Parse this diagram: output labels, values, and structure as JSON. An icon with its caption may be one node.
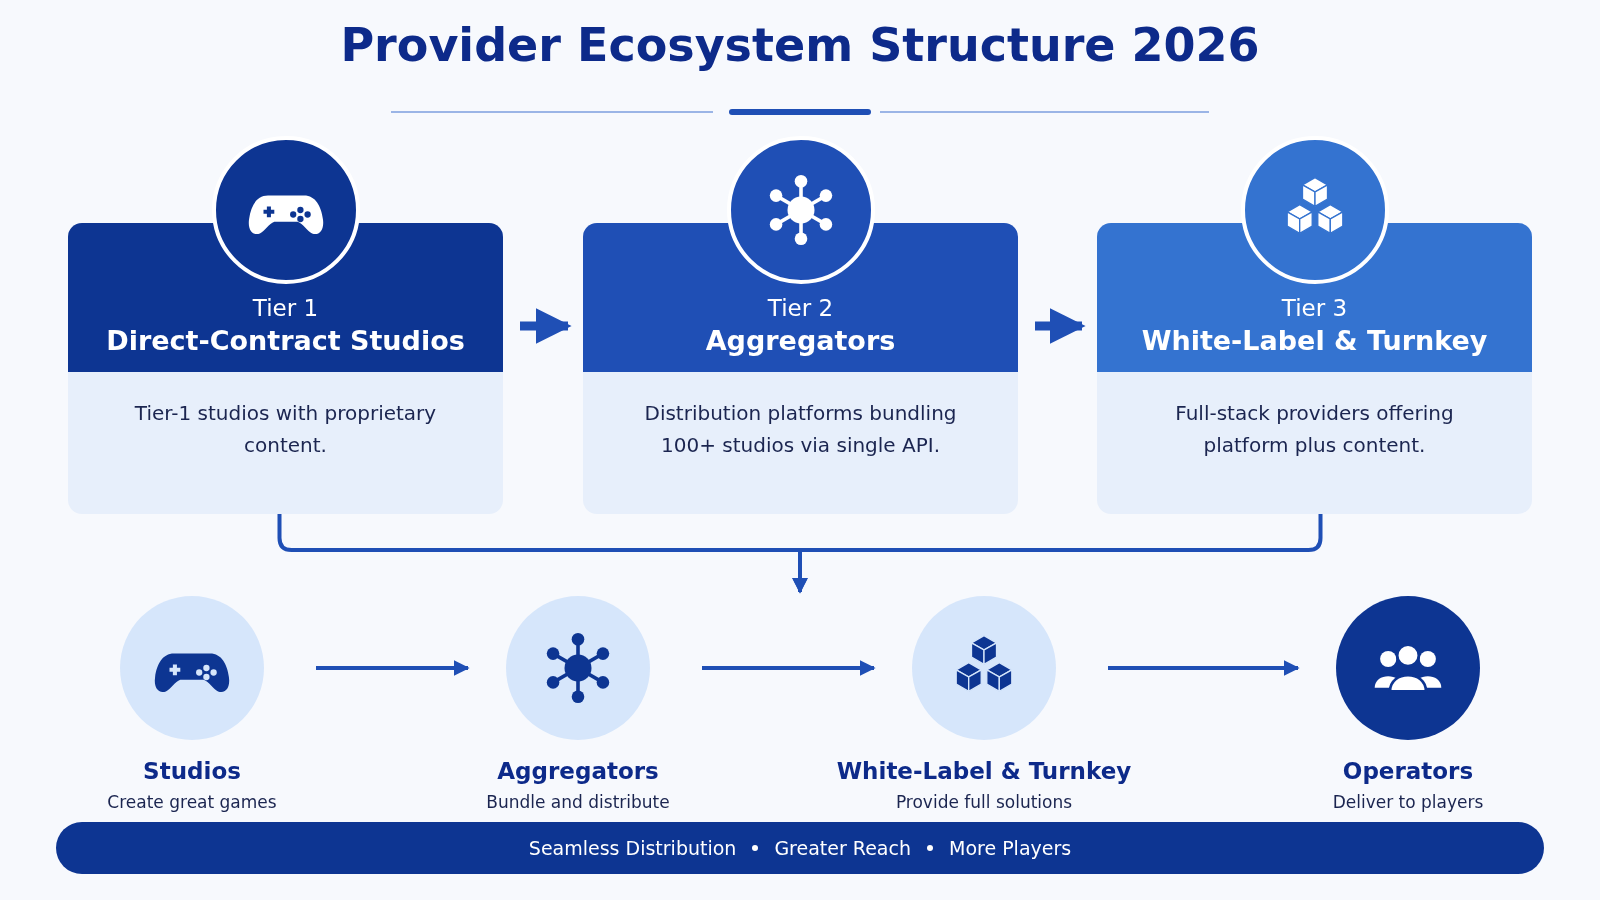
{
  "diagram": {
    "title": "Provider Ecosystem Structure 2026",
    "nodes": [
      {
        "text": [
          "Tier 1",
          "Direct-Contract Studios",
          "Tier-1 studios with proprietary content."
        ]
      },
      {
        "text": [
          "Tier 2",
          "Aggregators",
          "Distribution platforms bundling 100+ studios via single API."
        ]
      },
      {
        "text": [
          "Tier 3",
          "White-Label & Turnkey",
          "Full-stack providers offering platform plus content."
        ]
      },
      {
        "text": [
          "Studios",
          "Create great games"
        ]
      },
      {
        "text": [
          "Aggregators",
          "Bundle and distribute"
        ]
      },
      {
        "text": [
          "White-Label & Turnkey",
          "Provide full solutions"
        ]
      },
      {
        "text": [
          "Operators",
          "Deliver to players"
        ]
      },
      {
        "text": [
          "Seamless Distribution",
          "Greater Reach",
          "More Players"
        ]
      }
    ],
    "edges": [
      {
        "from": 0,
        "to": 1,
        "arrow": "to",
        "style": "thick"
      },
      {
        "from": 1,
        "to": 2,
        "arrow": "to",
        "style": "thick"
      },
      {
        "from": 0,
        "to": null,
        "arrow": "to"
      },
      {
        "from": 2,
        "to": null,
        "arrow": "to"
      },
      {
        "from": 3,
        "to": 4,
        "arrow": "to"
      },
      {
        "from": 4,
        "to": 5,
        "arrow": "to"
      },
      {
        "from": 5,
        "to": 6,
        "arrow": "to"
      }
    ]
  }
}
